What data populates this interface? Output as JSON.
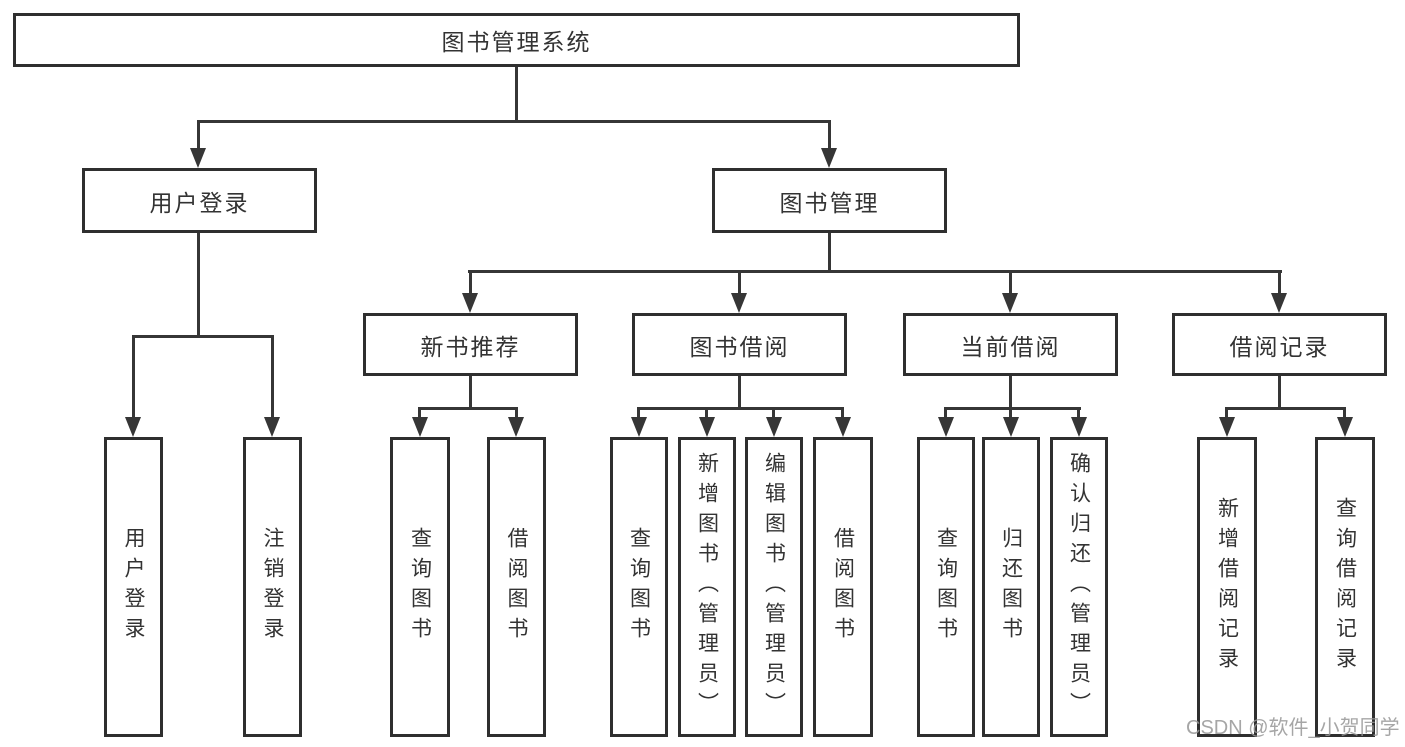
{
  "title": "图书管理系统",
  "tree": {
    "root": "图书管理系统",
    "user_login": {
      "label": "用户登录",
      "children": [
        "用户登录",
        "注销登录"
      ]
    },
    "book_mgmt": {
      "label": "图书管理",
      "children": {
        "new_book": {
          "label": "新书推荐",
          "children": [
            "查询图书",
            "借阅图书"
          ]
        },
        "book_borrow": {
          "label": "图书借阅",
          "children": [
            "查询图书",
            "新增图书（管理员）",
            "编辑图书（管理员）",
            "借阅图书"
          ]
        },
        "current_borrow": {
          "label": "当前借阅",
          "children": [
            "查询图书",
            "归还图书",
            "确认归还（管理员）"
          ]
        },
        "borrow_record": {
          "label": "借阅记录",
          "children": [
            "新增借阅记录",
            "查询借阅记录"
          ]
        }
      }
    }
  },
  "watermark": "CSDN @软件_小贺同学",
  "colors": {
    "line": "#363636",
    "border": "#2f2f2f",
    "text": "#333333",
    "watermark": "#969696",
    "background": "#ffffff"
  }
}
